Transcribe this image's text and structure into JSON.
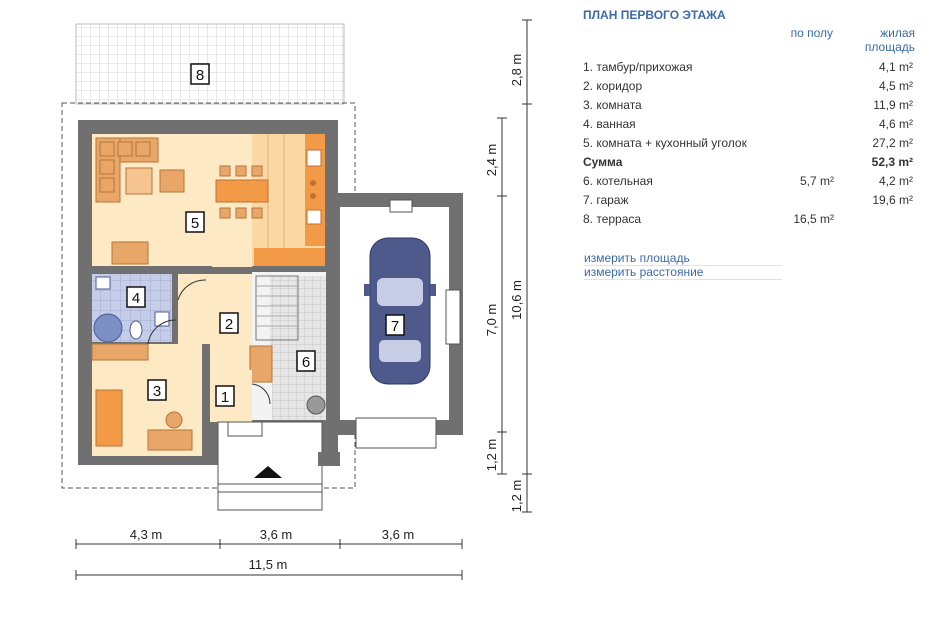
{
  "plan_labels": {
    "r1": "1",
    "r2": "2",
    "r3": "3",
    "r4": "4",
    "r5": "5",
    "r6": "6",
    "r7": "7",
    "r8": "8"
  },
  "dimensions": {
    "d_2_8": "2,8 m",
    "d_2_4": "2,4 m",
    "d_7_0": "7,0 m",
    "d_10_6": "10,6 m",
    "d_1_2a": "1,2 m",
    "d_1_2b": "1,2 m",
    "d_4_3": "4,3 m",
    "d_3_6a": "3,6 m",
    "d_3_6b": "3,6 m",
    "d_11_5": "11,5 m"
  },
  "table": {
    "title": "ПЛАН ПЕРВОГО ЭТАЖА",
    "col_floor": "по полу",
    "col_living_1": "жилая",
    "col_living_2": "площадь",
    "rows": [
      {
        "name": "1. тамбур/прихожая",
        "floor": "",
        "living": "4,1 m²"
      },
      {
        "name": "2. коридор",
        "floor": "",
        "living": "4,5 m²"
      },
      {
        "name": "3. комната",
        "floor": "",
        "living": "11,9 m²"
      },
      {
        "name": "4. ванная",
        "floor": "",
        "living": "4,6 m²"
      },
      {
        "name": "5. комната + кухонный уголок",
        "floor": "",
        "living": "27,2 m²"
      },
      {
        "name": "Сумма",
        "floor": "",
        "living": "52,3 m²"
      },
      {
        "name": "6. котельная",
        "floor": "5,7 m²",
        "living": "4,2 m²"
      },
      {
        "name": "7. гараж",
        "floor": "",
        "living": "19,6 m²"
      },
      {
        "name": "8. терраса",
        "floor": "16,5 m²",
        "living": ""
      }
    ]
  },
  "links": {
    "measure_area": "измерить площадь",
    "measure_distance": "измерить расстояние"
  },
  "colors": {
    "wall": "#707070",
    "room_light": "#fde9c4",
    "kitchen": "#f29a45",
    "furniture": "#e8a768",
    "tile": "#bcc6e6",
    "car": "#4f5a8c",
    "accent": "#3b6aa8"
  }
}
